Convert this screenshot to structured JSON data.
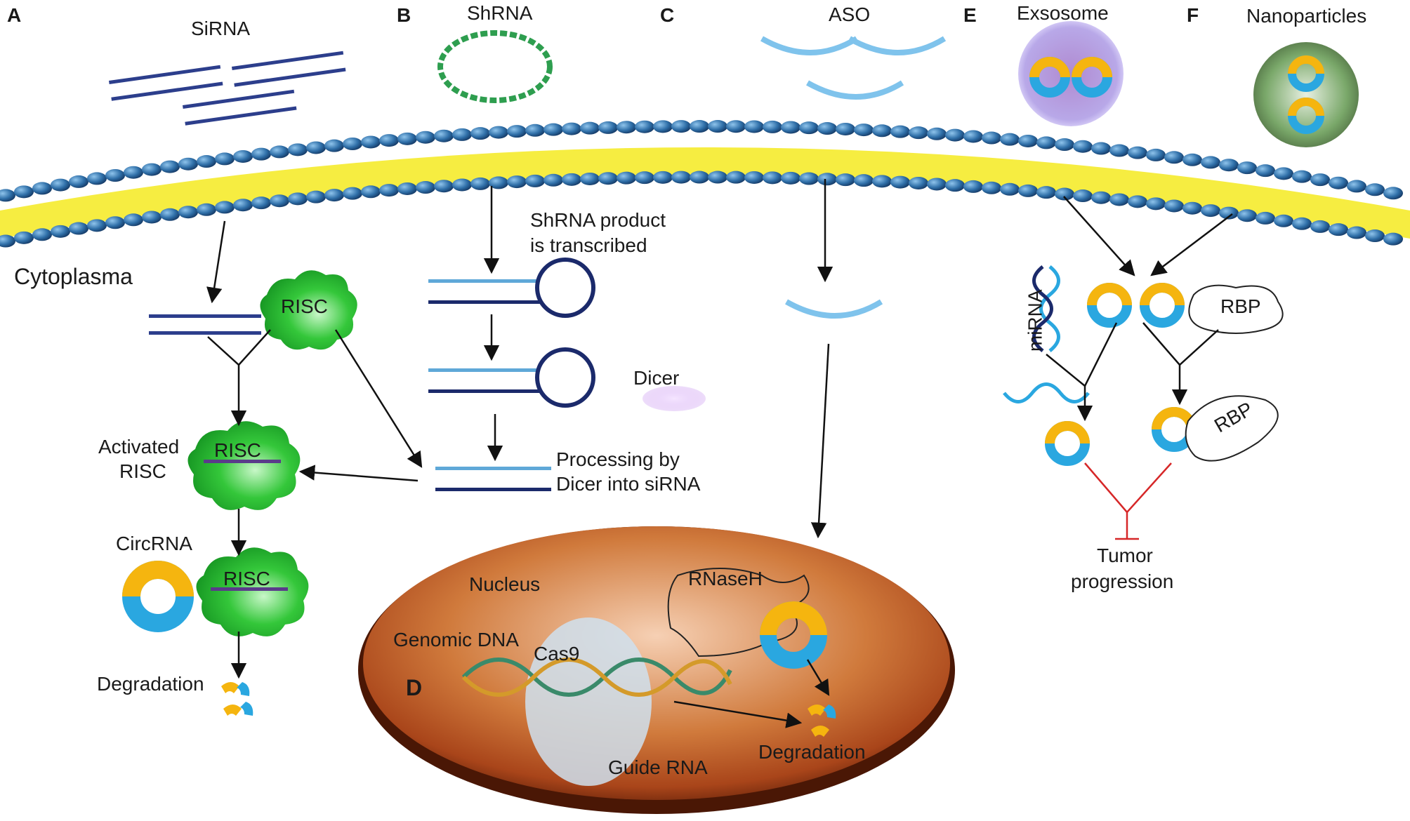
{
  "panels": {
    "A": "A",
    "B": "B",
    "C": "C",
    "D": "D",
    "E": "E",
    "F": "F"
  },
  "titles": {
    "sirna": "SiRNA",
    "shrna": "ShRNA",
    "aso": "ASO",
    "exosome": "Exsosome",
    "nanoparticles": "Nanoparticles"
  },
  "labels": {
    "cytoplasma": "Cytoplasma",
    "risc": "RISC",
    "activated_risc_1": "Activated",
    "activated_risc_2": "RISC",
    "circrna": "CircRNA",
    "degradation": "Degradation",
    "shrna_product_1": "ShRNA product",
    "shrna_product_2": "is transcribed",
    "dicer": "Dicer",
    "processing_1": "Processing by",
    "processing_2": "Dicer into siRNA",
    "nucleus": "Nucleus",
    "genomic_dna": "Genomic DNA",
    "cas9": "Cas9",
    "guide_rna": "Guide RNA",
    "rnaseh": "RNaseH",
    "nuc_degradation": "Degradation",
    "mirna": "miRNA",
    "rbp": "RBP",
    "tumor_1": "Tumor",
    "tumor_2": "progression"
  },
  "colors": {
    "membrane_head": "#2f6fa8",
    "membrane_tail": "#f2e600",
    "risc_green": "#2ecc40",
    "circ_yellow": "#f5b50f",
    "circ_blue": "#2aa7e0",
    "nucleus_orange": "#c4541c",
    "inhibit_red": "#d62728"
  }
}
